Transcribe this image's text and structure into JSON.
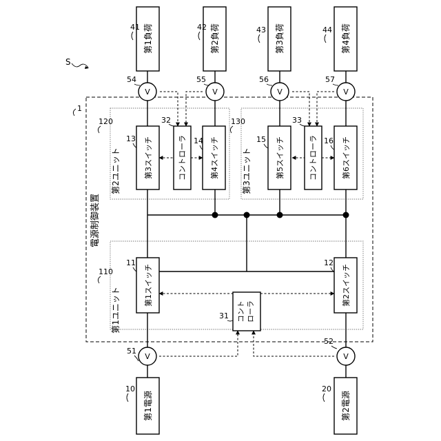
{
  "system_ref": "S",
  "device": {
    "ref": "1",
    "label": "電源制御装置"
  },
  "units": [
    {
      "ref": "110",
      "label": "第1ユニット"
    },
    {
      "ref": "120",
      "label": "第2ユニット"
    },
    {
      "ref": "130",
      "label": "第3ユニット"
    }
  ],
  "loads": [
    {
      "ref": "41",
      "label": "第1負荷"
    },
    {
      "ref": "42",
      "label": "第2負荷"
    },
    {
      "ref": "43",
      "label": "第3負荷"
    },
    {
      "ref": "44",
      "label": "第4負荷"
    }
  ],
  "sources": [
    {
      "ref": "10",
      "label": "第1電源"
    },
    {
      "ref": "20",
      "label": "第2電源"
    }
  ],
  "switches": [
    {
      "ref": "11",
      "label": "第1スイッチ"
    },
    {
      "ref": "12",
      "label": "第2スイッチ"
    },
    {
      "ref": "13",
      "label": "第3スイッチ"
    },
    {
      "ref": "14",
      "label": "第4スイッチ"
    },
    {
      "ref": "15",
      "label": "第5スイッチ"
    },
    {
      "ref": "16",
      "label": "第6スイッチ"
    }
  ],
  "controllers": [
    {
      "ref": "31",
      "label_line1": "コント",
      "label_line2": "ローラ"
    },
    {
      "ref": "32",
      "label": "コントローラ"
    },
    {
      "ref": "33",
      "label": "コントローラ"
    }
  ],
  "sensors": [
    {
      "ref": "51",
      "symbol": "V"
    },
    {
      "ref": "52",
      "symbol": "V"
    },
    {
      "ref": "54",
      "symbol": "V"
    },
    {
      "ref": "55",
      "symbol": "V"
    },
    {
      "ref": "56",
      "symbol": "V"
    },
    {
      "ref": "57",
      "symbol": "V"
    }
  ]
}
